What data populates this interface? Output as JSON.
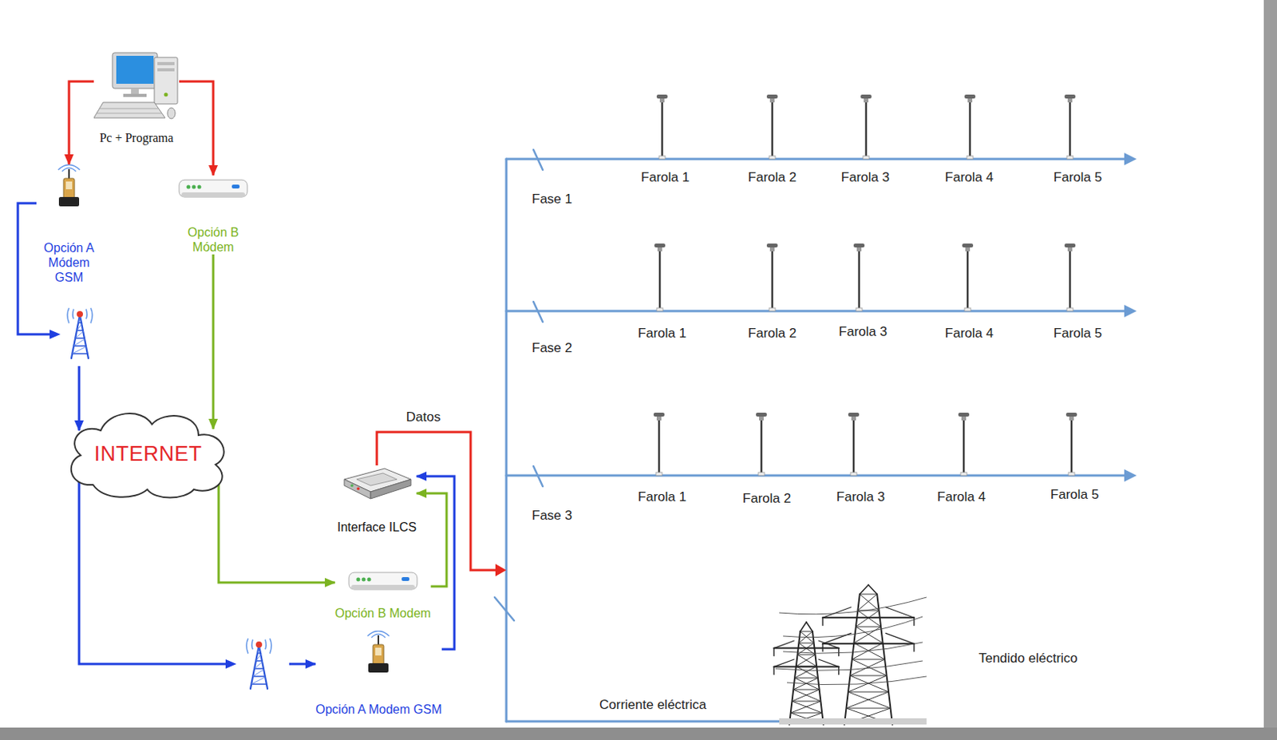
{
  "diagram": {
    "nodes": [
      {
        "text": [
          "Pc + Programa"
        ]
      },
      {
        "text": [
          "Opción A Módem GSM"
        ]
      },
      {
        "text": [
          "Opción B Módem"
        ]
      },
      {
        "text": [
          "INTERNET"
        ]
      },
      {
        "text": [
          "Interface ILCS"
        ]
      },
      {
        "text": [
          "Opción B Modem"
        ]
      },
      {
        "text": [
          "Opción A Modem GSM"
        ]
      }
    ],
    "edges": [
      {
        "from": 0,
        "to": 1,
        "arrow": "to"
      },
      {
        "from": 0,
        "to": 2,
        "arrow": "to"
      },
      {
        "from": 1,
        "to": 3,
        "arrow": "to"
      },
      {
        "from": 2,
        "to": 3,
        "arrow": "to"
      },
      {
        "from": 3,
        "to": 6,
        "arrow": "to"
      },
      {
        "from": 3,
        "to": 5,
        "arrow": "to"
      },
      {
        "from": 6,
        "to": 4,
        "arrow": "to"
      },
      {
        "from": 5,
        "to": 4,
        "arrow": "to"
      }
    ],
    "labels": [
      "Farola 1",
      "Farola 2",
      "Farola 3",
      "Farola 4",
      "Farola 5",
      "Fase 1",
      "Farola 1",
      "Farola 2",
      "Farola 3",
      "Farola 4",
      "Farola 5",
      "Fase 2",
      "Farola 1",
      "Farola 2",
      "Farola 3",
      "Farola 4",
      "Farola 5",
      "Fase 3",
      "Datos",
      "Tendido eléctrico",
      "Corriente eléctrica"
    ]
  }
}
